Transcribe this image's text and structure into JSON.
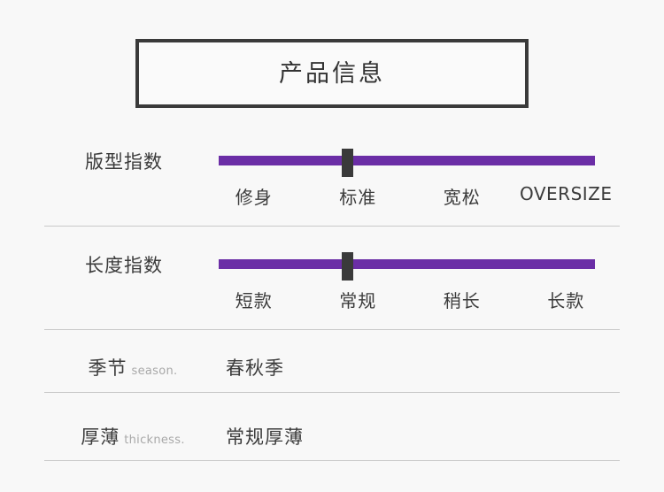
{
  "header": {
    "title": "产品信息"
  },
  "sliders": [
    {
      "label": "版型指数",
      "thumb_percent": 34,
      "scale": [
        "修身",
        "标准",
        "宽松",
        "OVERSIZE"
      ],
      "selected_index": 1,
      "track_color": "#6b2ea6",
      "thumb_color": "#3a3a3a"
    },
    {
      "label": "长度指数",
      "thumb_percent": 34,
      "scale": [
        "短款",
        "常规",
        "稍长",
        "长款"
      ],
      "selected_index": 1,
      "track_color": "#6b2ea6",
      "thumb_color": "#3a3a3a"
    }
  ],
  "info_rows": [
    {
      "label_cn": "季节",
      "label_en": "season.",
      "value": "春秋季"
    },
    {
      "label_cn": "厚薄",
      "label_en": "thickness.",
      "value": "常规厚薄"
    }
  ],
  "colors": {
    "background": "#f8f8f8",
    "text": "#3b3b3b",
    "muted_text": "#a8a8a8",
    "border": "#3a3a3a",
    "divider": "#c9c9c9",
    "accent": "#6b2ea6"
  }
}
